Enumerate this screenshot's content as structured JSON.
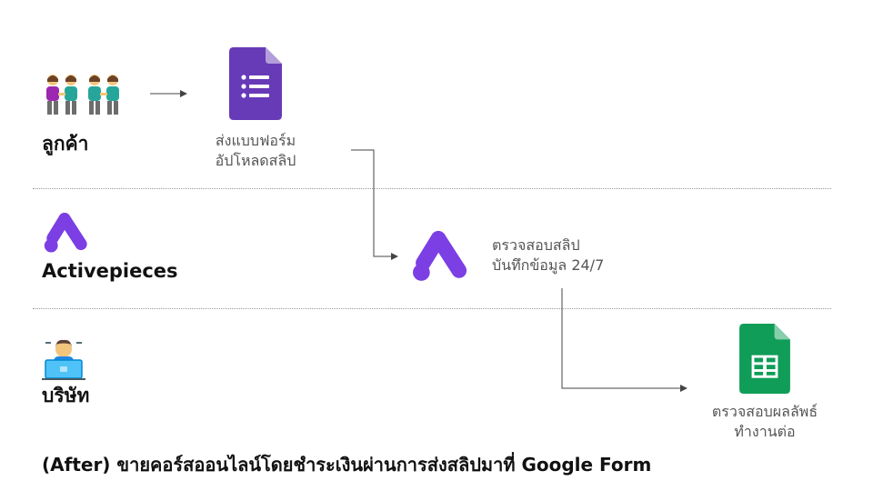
{
  "lanes": [
    {
      "label": "ลูกค้า",
      "icon": "people-holding-hands-icon"
    },
    {
      "label": "Activepieces",
      "icon": "activepieces-logo-icon"
    },
    {
      "label": "บริษัท",
      "icon": "technologist-icon"
    }
  ],
  "nodes": {
    "google_form": {
      "icon": "google-forms-icon",
      "line1": "ส่งแบบฟอร์ม",
      "line2": "อัปโหลดสลิป"
    },
    "activepieces": {
      "icon": "activepieces-logo-icon",
      "line1": "ตรวจสอบสลิป",
      "line2": "บันทึกข้อมูล 24/7"
    },
    "google_sheets": {
      "icon": "google-sheets-icon",
      "line1": "ตรวจสอบผลลัพธ์",
      "line2": "ทำงานต่อ"
    }
  },
  "caption": "(After) ขายคอร์สออนไลน์โดยชำระเงินผ่านการส่งสลิปมาที่ Google Form",
  "colors": {
    "forms_purple": "#673AB7",
    "activepieces_purple": "#7B3FE4",
    "sheets_green": "#0F9D58",
    "connector": "#444444"
  }
}
